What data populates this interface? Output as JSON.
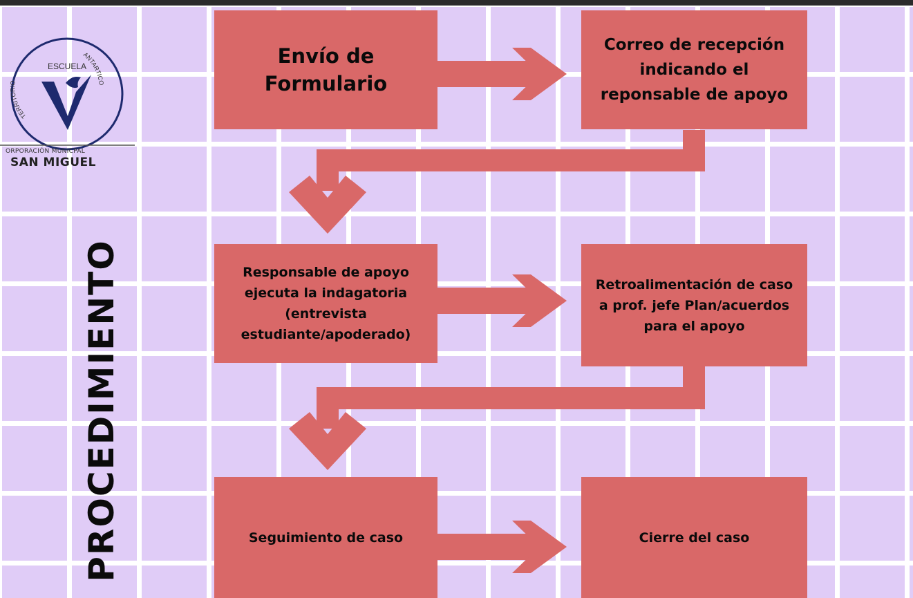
{
  "title": "PROCEDIMIENTO",
  "logo": {
    "school": "ESCUELA",
    "arc_left": "TERRITORIO",
    "arc_right": "ANTARTICO",
    "corporation": "ORPORACIÓN MUNICPAL",
    "municipality": "SAN MIGUEL"
  },
  "steps": [
    {
      "id": "envio",
      "text": "Envío de Formulario"
    },
    {
      "id": "correo",
      "text": "Correo de recepción indicando el reponsable de apoyo"
    },
    {
      "id": "responsable",
      "text": "Responsable de apoyo ejecuta la indagatoria (entrevista estudiante/apoderado)"
    },
    {
      "id": "retro",
      "text": "Retroalimentación de caso a prof. jefe Plan/acuerdos para el apoyo"
    },
    {
      "id": "seguimiento",
      "text": "Seguimiento de caso"
    },
    {
      "id": "cierre",
      "text": "Cierre del caso"
    }
  ],
  "colors": {
    "box": "#d96868",
    "background": "#e0ccf7",
    "grid": "#ffffff",
    "text": "#0a0a0a"
  }
}
